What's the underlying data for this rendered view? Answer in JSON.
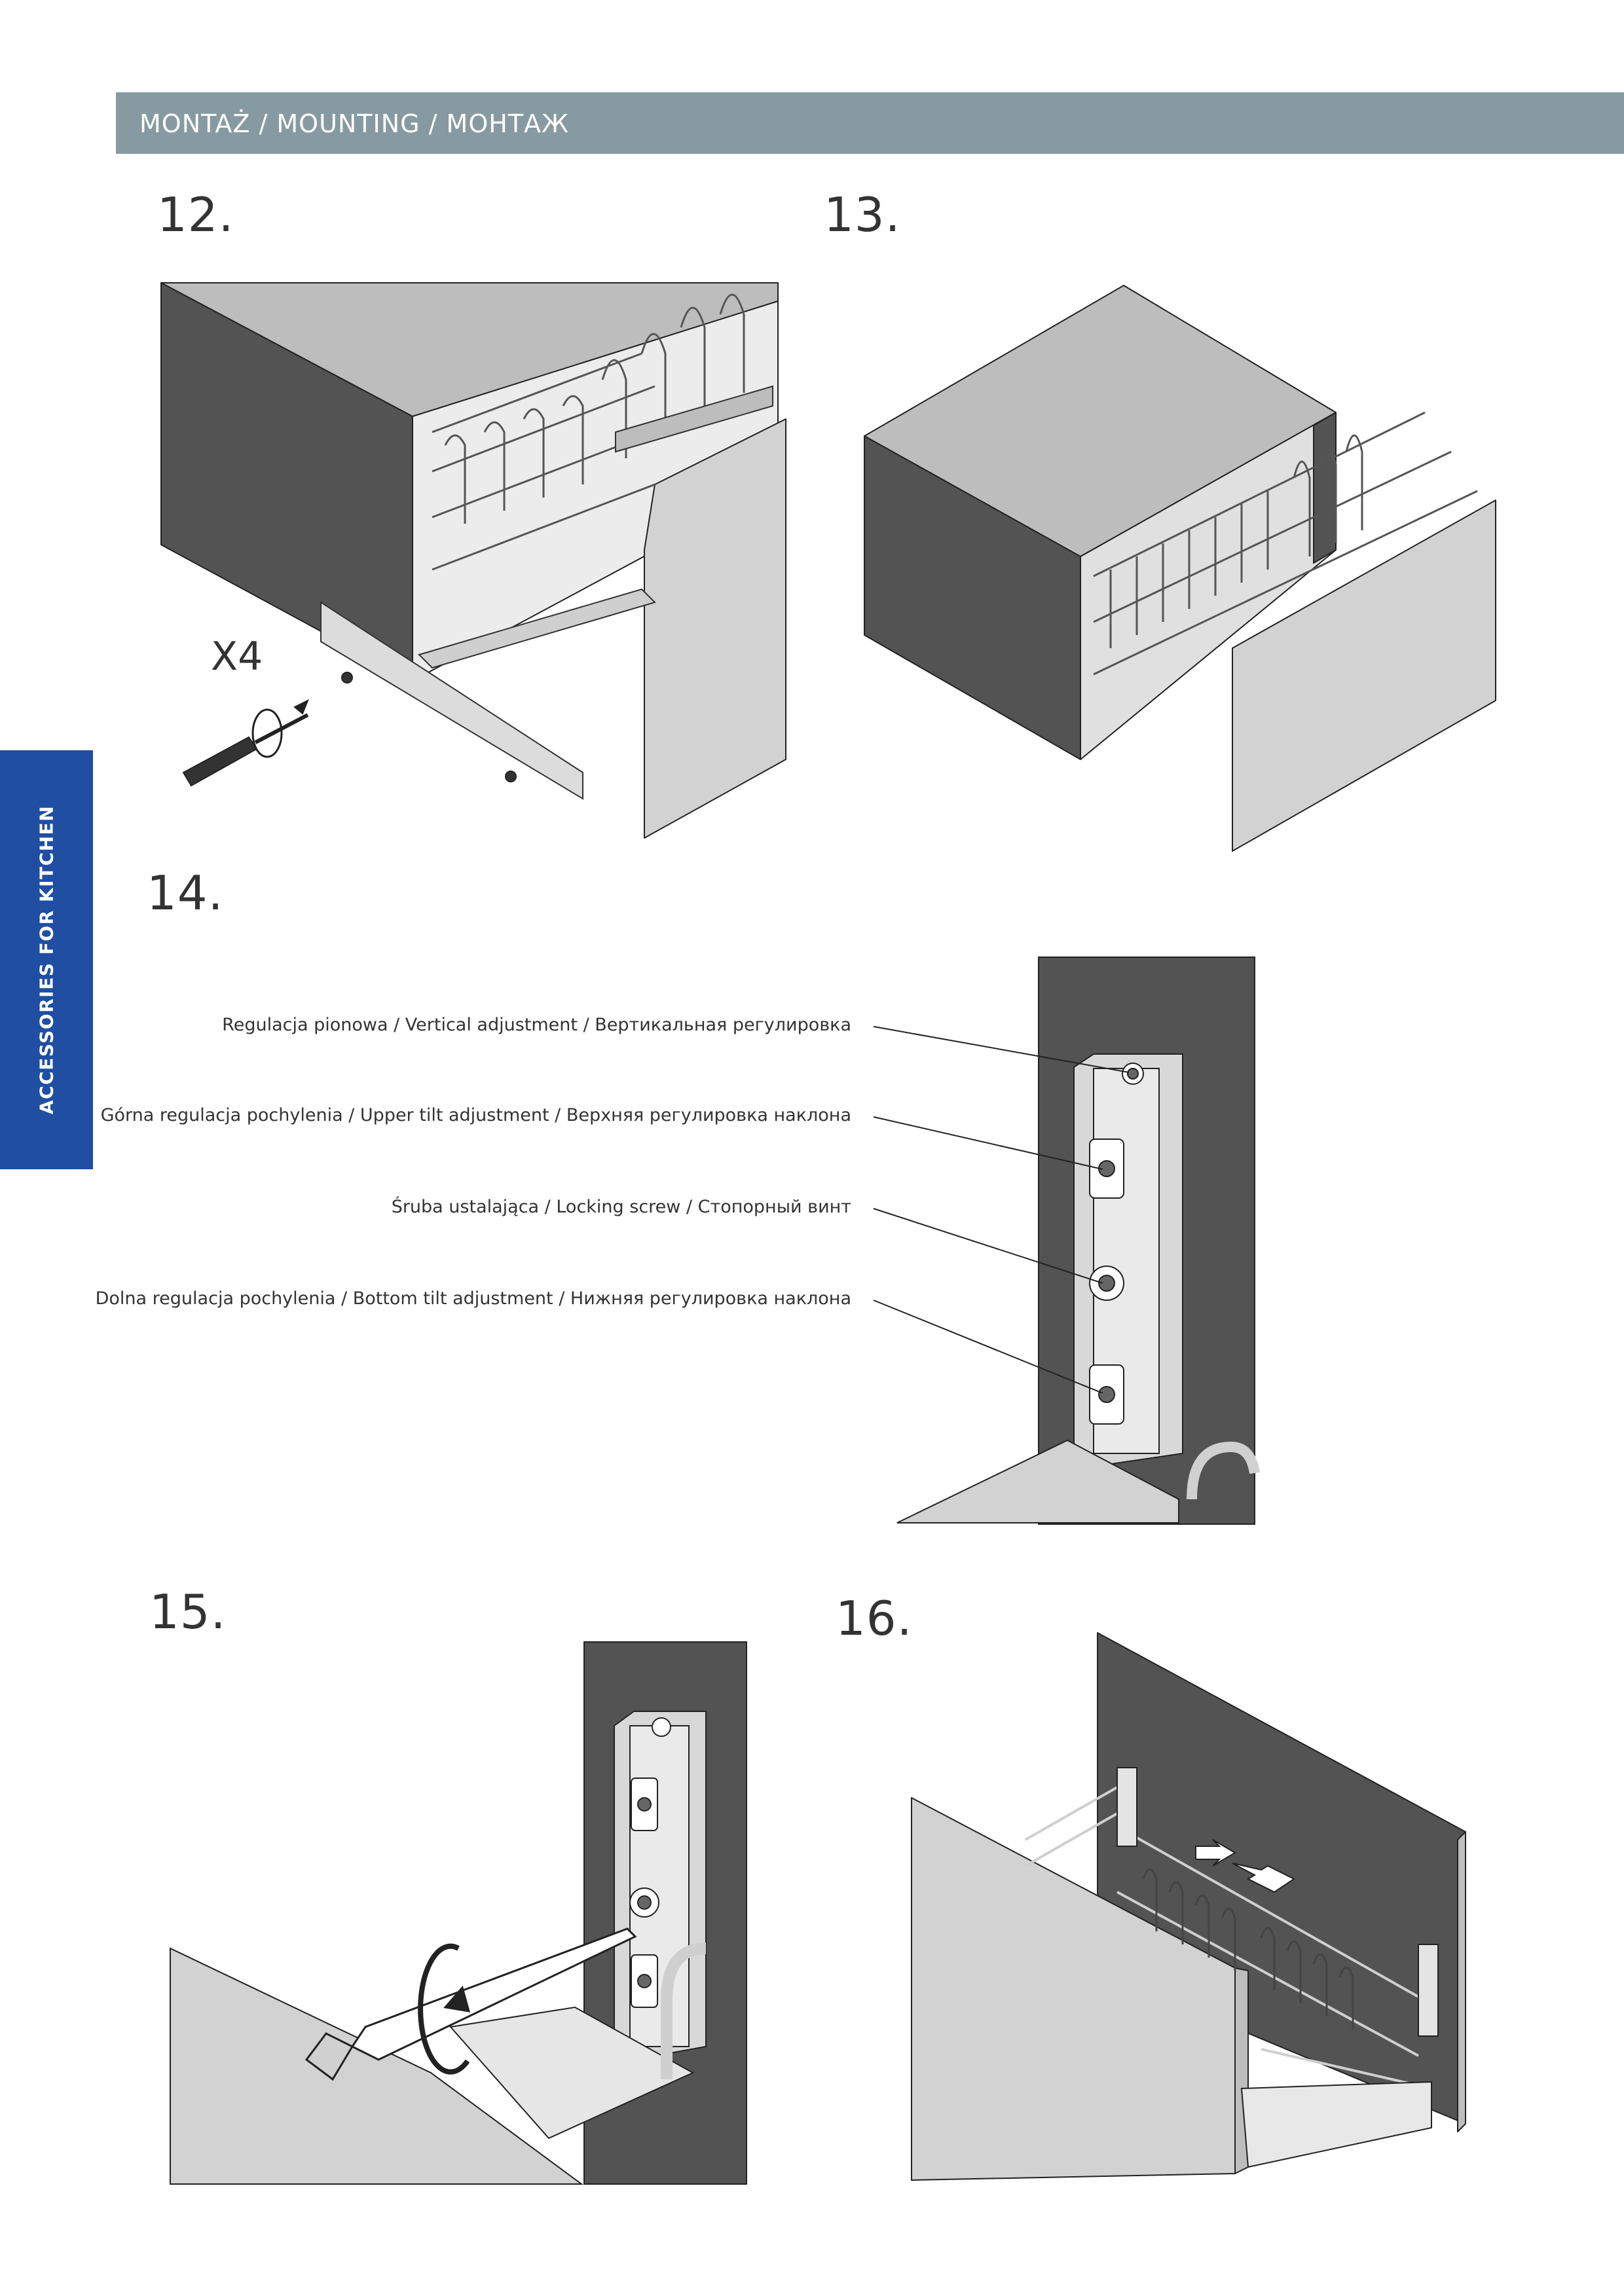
{
  "header": {
    "title": "MONTAŻ / MOUNTING / МОНТАЖ"
  },
  "side_tab": {
    "label": "ACCESSORIES FOR KITCHEN"
  },
  "steps": {
    "s12": "12.",
    "s13": "13.",
    "s14": "14.",
    "s15": "15.",
    "s16": "16."
  },
  "step12": {
    "quantity_label": "X4"
  },
  "step14": {
    "callouts": [
      "Regulacja pionowa / Vertical adjustment / Вертикальная регулировка",
      "Górna regulacja pochylenia / Upper tilt adjustment / Верхняя регулировка наклона",
      "Śruba ustalająca / Locking screw / Стопорный винт",
      "Dolna regulacja pochylenia / Bottom tilt adjustment / Нижняя регулировка наклона"
    ]
  },
  "colors": {
    "header": "#879aa2",
    "side_tab": "#1f4ea3",
    "cabinet_dark": "#535353",
    "cabinet_light": "#d2d2d2",
    "cabinet_top": "#bdbdbd"
  }
}
